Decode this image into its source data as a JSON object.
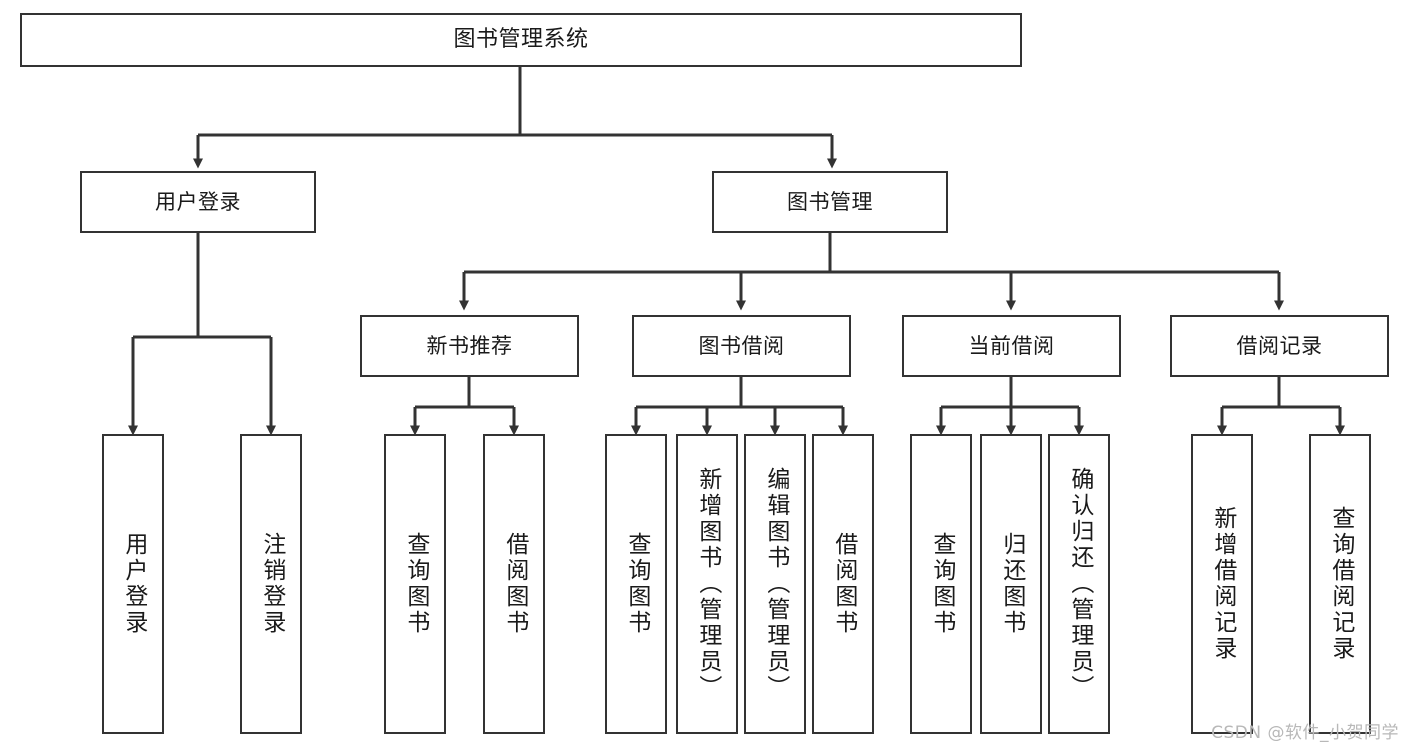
{
  "diagram": {
    "title": "图书管理系统",
    "type": "tree-hierarchy-chart",
    "watermark": "CSDN @软件_小贺同学",
    "colors": {
      "box_border": "#333333",
      "box_fill": "#ffffff",
      "edge": "#333333",
      "text": "#1a1a1a",
      "watermark": "#b8b8b8"
    },
    "nodes": {
      "root": {
        "label": "图书管理系统"
      },
      "level1": [
        {
          "id": "user-login",
          "label": "用户登录"
        },
        {
          "id": "book-manage",
          "label": "图书管理"
        }
      ],
      "level2": [
        {
          "id": "new-book-rec",
          "label": "新书推荐"
        },
        {
          "id": "book-borrow",
          "label": "图书借阅"
        },
        {
          "id": "current-borrow",
          "label": "当前借阅"
        },
        {
          "id": "borrow-record",
          "label": "借阅记录"
        }
      ],
      "leaves": [
        {
          "id": "leaf-user-login",
          "label": "用户登录",
          "parent": "user-login"
        },
        {
          "id": "leaf-logout",
          "label": "注销登录",
          "parent": "user-login"
        },
        {
          "id": "leaf-query-book-1",
          "label": "查询图书",
          "parent": "new-book-rec"
        },
        {
          "id": "leaf-borrow-book-1",
          "label": "借阅图书",
          "parent": "new-book-rec"
        },
        {
          "id": "leaf-query-book-2",
          "label": "查询图书",
          "parent": "book-borrow"
        },
        {
          "id": "leaf-add-book",
          "label": "新增图书（管理员）",
          "parent": "book-borrow"
        },
        {
          "id": "leaf-edit-book",
          "label": "编辑图书（管理员）",
          "parent": "book-borrow"
        },
        {
          "id": "leaf-borrow-book-2",
          "label": "借阅图书",
          "parent": "book-borrow"
        },
        {
          "id": "leaf-query-book-3",
          "label": "查询图书",
          "parent": "current-borrow"
        },
        {
          "id": "leaf-return-book",
          "label": "归还图书",
          "parent": "current-borrow"
        },
        {
          "id": "leaf-confirm-return",
          "label": "确认归还（管理员）",
          "parent": "current-borrow"
        },
        {
          "id": "leaf-add-record",
          "label": "新增借阅记录",
          "parent": "borrow-record"
        },
        {
          "id": "leaf-query-record",
          "label": "查询借阅记录",
          "parent": "borrow-record"
        }
      ]
    }
  }
}
